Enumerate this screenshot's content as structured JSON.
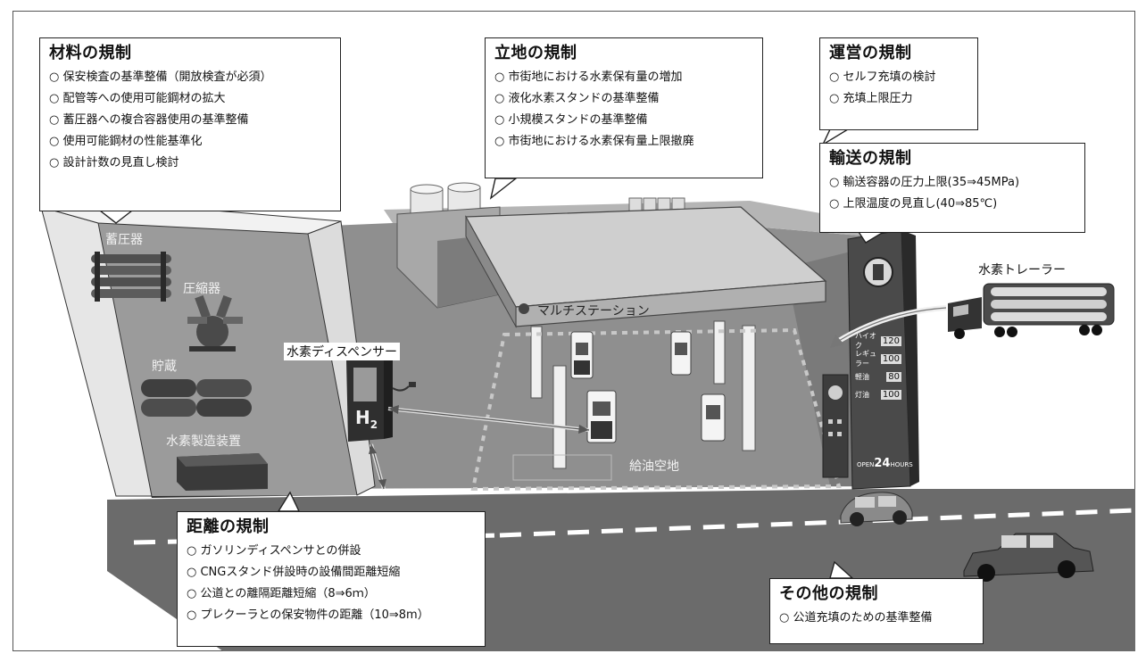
{
  "boxes": {
    "material": {
      "title": "材料の規制",
      "items": [
        "保安検査の基準整備（開放検査が必須）",
        "配管等への使用可能鋼材の拡大",
        "蓄圧器への複合容器使用の基準整備",
        "使用可能鋼材の性能基準化",
        "設計計数の見直し検討"
      ]
    },
    "location": {
      "title": "立地の規制",
      "items": [
        "市街地における水素保有量の増加",
        "液化水素スタンドの基準整備",
        "小規模スタンドの基準整備",
        "市街地における水素保有量上限撤廃"
      ]
    },
    "operation": {
      "title": "運営の規制",
      "items": [
        "セルフ充填の検討",
        "充填上限圧力"
      ]
    },
    "transport": {
      "title": "輸送の規制",
      "items": [
        "輸送容器の圧力上限(35⇒45MPa)",
        "上限温度の見直し(40⇒85℃)"
      ]
    },
    "distance": {
      "title": "距離の規制",
      "items": [
        "ガソリンディスペンサとの併設",
        "CNGスタンド併設時の設備間距離短縮",
        "公道との離隔距離短縮（8⇒6ｍ）",
        "プレクーラとの保安物件の距離（10⇒8m）"
      ]
    },
    "other": {
      "title": "その他の規制",
      "items": [
        "公道充填のための基準整備"
      ]
    }
  },
  "labels": {
    "accumulator": "蓄圧器",
    "compressor": "圧縮器",
    "storage": "貯蔵",
    "production": "水素製造装置",
    "dispenser": "水素ディスペンサー",
    "h2": "H",
    "h2_sub": "2",
    "multistation": "マルチステーション",
    "refuel_area": "給油空地",
    "trailer": "水素トレーラー"
  },
  "sign": {
    "rows": [
      {
        "label": "ハイオク",
        "price": "120"
      },
      {
        "label": "レギュラー",
        "price": "100"
      },
      {
        "label": "軽油",
        "price": "80"
      },
      {
        "label": "灯油",
        "price": "100"
      }
    ],
    "open_prefix": "OPEN",
    "open_hours": "24",
    "open_suffix": "HOURS"
  },
  "colors": {
    "ground": "#8c8c8c",
    "road": "#6b6b6b",
    "canopy": "#cfcfcf",
    "dark": "#3a3a3a"
  }
}
